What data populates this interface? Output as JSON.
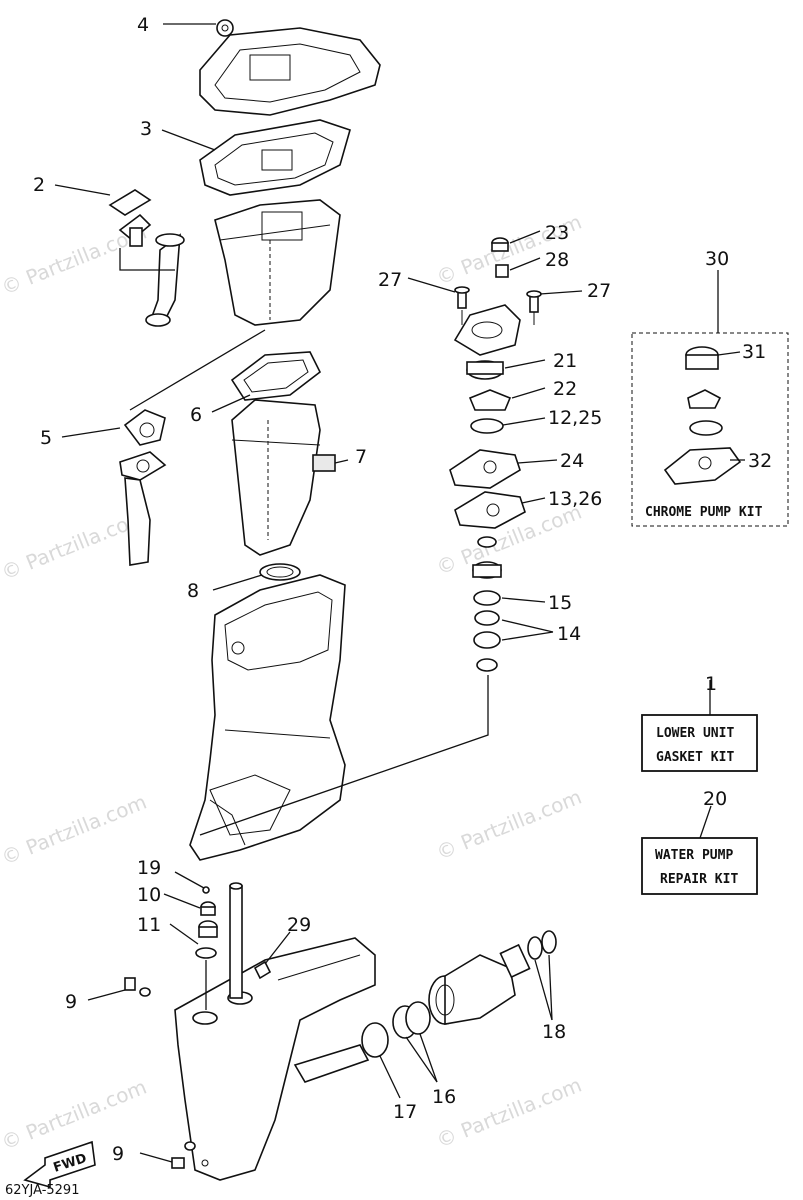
{
  "watermark": "© Partzilla.com",
  "diagram_code": "62YJA-5291",
  "fwd_label": "FWD",
  "kits": {
    "chrome_pump_kit": "CHROME PUMP KIT",
    "lower_unit_line1": "LOWER UNIT",
    "lower_unit_line2": "GASKET KIT",
    "water_pump_line1": "WATER PUMP",
    "water_pump_line2": "REPAIR KIT"
  },
  "callouts": {
    "c1": "1",
    "c2": "2",
    "c3": "3",
    "c4": "4",
    "c5": "5",
    "c6": "6",
    "c7": "7",
    "c8": "8",
    "c9a": "9",
    "c9b": "9",
    "c10": "10",
    "c11": "11",
    "c12_25": "12,25",
    "c13_26": "13,26",
    "c14": "14",
    "c15": "15",
    "c16": "16",
    "c17": "17",
    "c18": "18",
    "c19": "19",
    "c20": "20",
    "c21": "21",
    "c22": "22",
    "c23": "23",
    "c24": "24",
    "c27a": "27",
    "c27b": "27",
    "c28": "28",
    "c29": "29",
    "c30": "30",
    "c31": "31",
    "c32": "32"
  }
}
